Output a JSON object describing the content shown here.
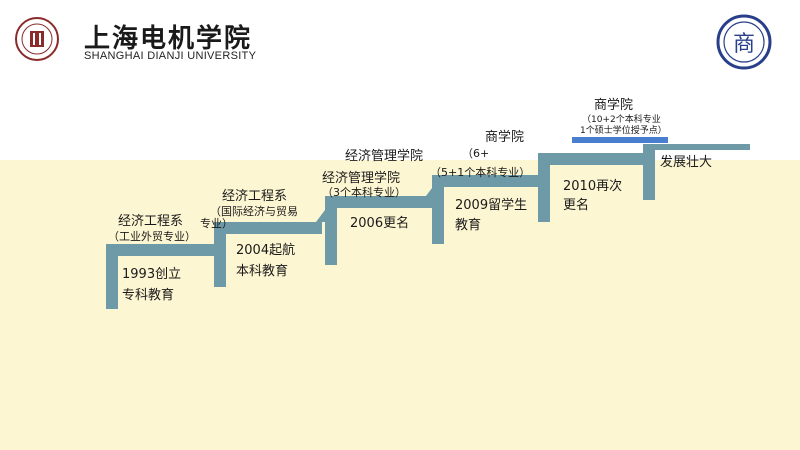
{
  "header": {
    "university_cn": "上海电机学院",
    "university_en": "SHANGHAI DIANJI UNIVERSITY",
    "badge_char": "商"
  },
  "colors": {
    "stair": "#6e9aa8",
    "top_bar": "#4a7fd0",
    "background": "#fdf6d3"
  },
  "steps": [
    {
      "title": "经济工程系",
      "sub": "（工业外贸专业）",
      "desc": "1993创立",
      "desc2": "专科教育"
    },
    {
      "title": "经济工程系",
      "sub": "（国际经济与贸易",
      "sub2": "专业）",
      "desc": "2004起航",
      "desc2": "本科教育"
    },
    {
      "title": "经济管理学院",
      "sub": "（3个本科专业）",
      "desc": "2006更名"
    },
    {
      "title": "经济管理学院",
      "sub": "（5+1个本科专业）",
      "desc": "2009留学生",
      "desc2": "教育"
    },
    {
      "title": "商学院",
      "sub": "（6+"
    },
    {
      "title": "商学院",
      "sub": "（10+2个本科专业",
      "sub2": "1个硕士学位授予点）",
      "desc": "2010再次",
      "desc2": "更名"
    },
    {
      "desc": "发展壮大"
    }
  ]
}
